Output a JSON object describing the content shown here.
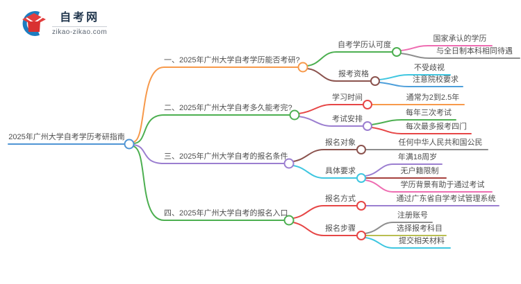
{
  "logo": {
    "site_name": "自考网",
    "site_url": "zikao-zikao.com"
  },
  "mindmap": {
    "root": "2025年广州大学自考学历考研指南",
    "branches": [
      {
        "label": "一、2025年广州大学自考学历能否考研?",
        "children": [
          {
            "label": "自考学历认可度",
            "children": [
              {
                "label": "国家承认的学历"
              },
              {
                "label": "与全日制本科相同待遇"
              }
            ]
          },
          {
            "label": "报考资格",
            "children": [
              {
                "label": "不受歧视"
              },
              {
                "label": "注意院校要求"
              }
            ]
          }
        ]
      },
      {
        "label": "二、2025年广州大学自考多久能考完?",
        "children": [
          {
            "label": "学习时间",
            "children": [
              {
                "label": "通常为2到2.5年"
              }
            ]
          },
          {
            "label": "考试安排",
            "children": [
              {
                "label": "每年三次考试"
              },
              {
                "label": "每次最多报考四门"
              }
            ]
          }
        ]
      },
      {
        "label": "三、2025年广州大学自考的报名条件",
        "children": [
          {
            "label": "报名对象",
            "children": [
              {
                "label": "任何中华人民共和国公民"
              }
            ]
          },
          {
            "label": "具体要求",
            "children": [
              {
                "label": "年满18周岁"
              },
              {
                "label": "无户籍限制"
              },
              {
                "label": "学历背景有助于通过考试"
              }
            ]
          }
        ]
      },
      {
        "label": "四、2025年广州大学自考的报名入口",
        "children": [
          {
            "label": "报名方式",
            "children": [
              {
                "label": "通过广东省自学考试管理系统"
              }
            ]
          },
          {
            "label": "报名步骤",
            "children": [
              {
                "label": "注册账号"
              },
              {
                "label": "选择报考科目"
              },
              {
                "label": "提交相关材料"
              }
            ]
          }
        ]
      }
    ]
  },
  "colors": {
    "root_blue": "#4E94D4",
    "orange": "#F7994A",
    "green": "#4CAF50",
    "purple": "#9B7ED0",
    "brown": "#8B534E",
    "red": "#E64545",
    "cyan": "#3EC6E0",
    "sky_blue": "#4D9FDB",
    "pink": "#EE6CB1",
    "gray": "#8E8E8E",
    "olive": "#B9BE50",
    "dark_red": "#A6403C"
  }
}
